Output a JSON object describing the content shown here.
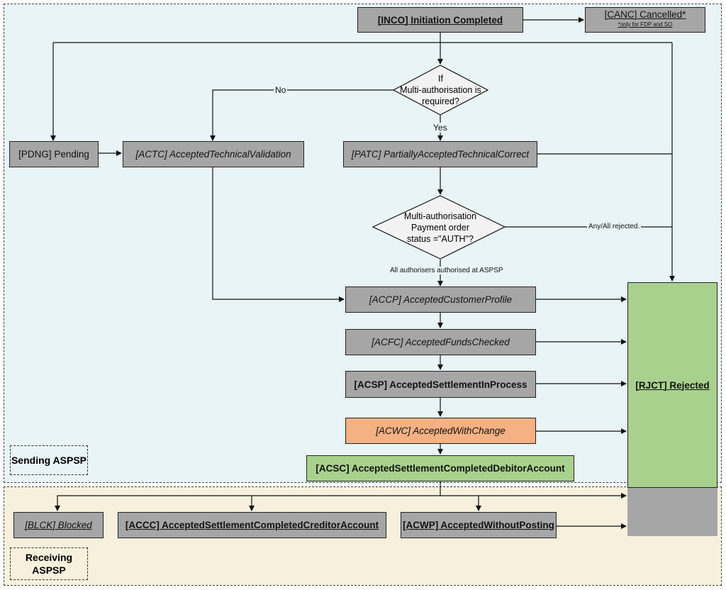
{
  "regions": {
    "sending_label": "Sending ASPSP",
    "receiving_label_line1": "Receiving",
    "receiving_label_line2": "ASPSP"
  },
  "nodes": {
    "inco": "[INCO] Initiation Completed",
    "canc": "[CANC] Cancelled*",
    "canc_note": "*only for FDP and SO",
    "pdng": "[PDNG] Pending",
    "actc": "[ACTC] AcceptedTechnicalValidation",
    "patc": "[PATC] PartiallyAcceptedTechnicalCorrect",
    "accp": "[ACCP] AcceptedCustomerProfile",
    "acfc": "[ACFC] AcceptedFundsChecked",
    "acsp": "[ACSP] AcceptedSettlementInProcess",
    "acwc": "[ACWC] AcceptedWithChange",
    "acsc": "[ACSC] AcceptedSettlementCompletedDebitorAccount",
    "rjct": "[RJCT] Rejected",
    "blck": "[BLCK] Blocked",
    "accc": "[ACCC] AcceptedSettlementCompletedCreditorAccount",
    "acwp": "[ACWP] AcceptedWithoutPosting"
  },
  "decisions": {
    "multi_auth_line1": "If",
    "multi_auth_line2": "Multi-authorisation is",
    "multi_auth_line3": "required?",
    "auth_status_line1": "Multi-authorisation",
    "auth_status_line2": "Payment order",
    "auth_status_line3": "status =\"AUTH\"?"
  },
  "edge_labels": {
    "no": "No",
    "yes": "Yes",
    "any_rejected": "Any/All rejected.",
    "all_authorised": "All authorisers authorised at ASPSP"
  },
  "colors": {
    "sending_bg": "#e8f4f5",
    "receiving_bg": "#f6f0dd",
    "node_grey": "#a6a6a6",
    "node_green": "#a9d18e",
    "node_orange": "#f4b183"
  }
}
